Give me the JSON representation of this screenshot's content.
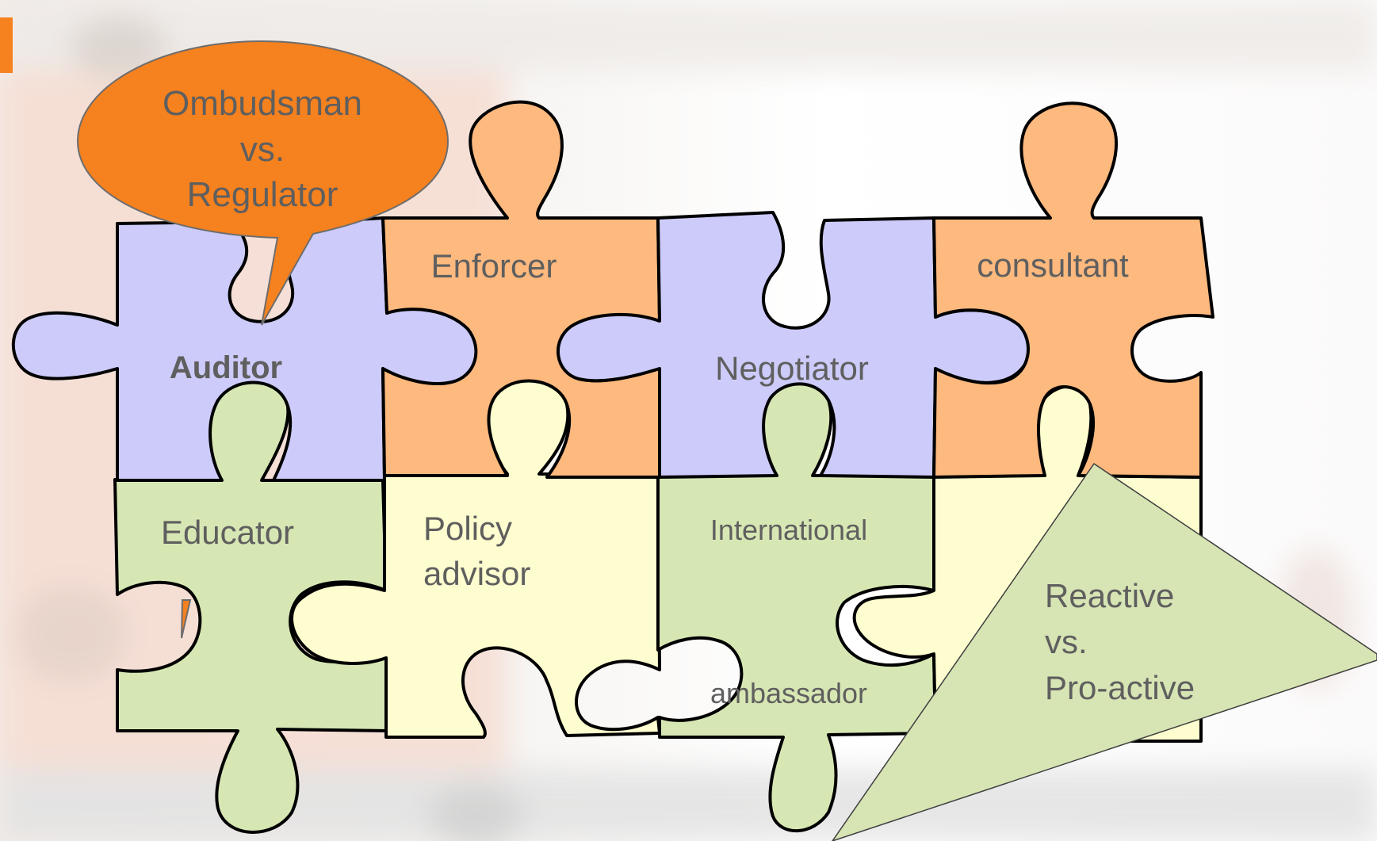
{
  "slide": {
    "accent_color": "#f5811f"
  },
  "callouts": {
    "top_left": {
      "line1": "Ombudsman",
      "line2": "vs.",
      "line3": "Regulator",
      "color": "#f5811f"
    },
    "bottom_right": {
      "line1": "Reactive",
      "line2": "vs.",
      "line3": "Pro-active",
      "color": "#d7e4b4"
    }
  },
  "pieces": {
    "auditor": {
      "label": "Auditor",
      "color": "#cccbfa"
    },
    "enforcer": {
      "label": "Enforcer",
      "color": "#fdb97e"
    },
    "negotiator": {
      "label": "Negotiator",
      "color": "#cccbfa"
    },
    "consultant": {
      "label": "consultant",
      "color": "#fdb97e"
    },
    "educator": {
      "label": "Educator",
      "color": "#d7e7b4"
    },
    "policy_advisor": {
      "line1": "Policy",
      "line2": "advisor",
      "color": "#fefdcf"
    },
    "international_ambassador": {
      "line1": "International",
      "line2": "ambassador",
      "color": "#d7e7b4"
    },
    "blank_piece": {
      "color": "#fefdcf"
    }
  }
}
